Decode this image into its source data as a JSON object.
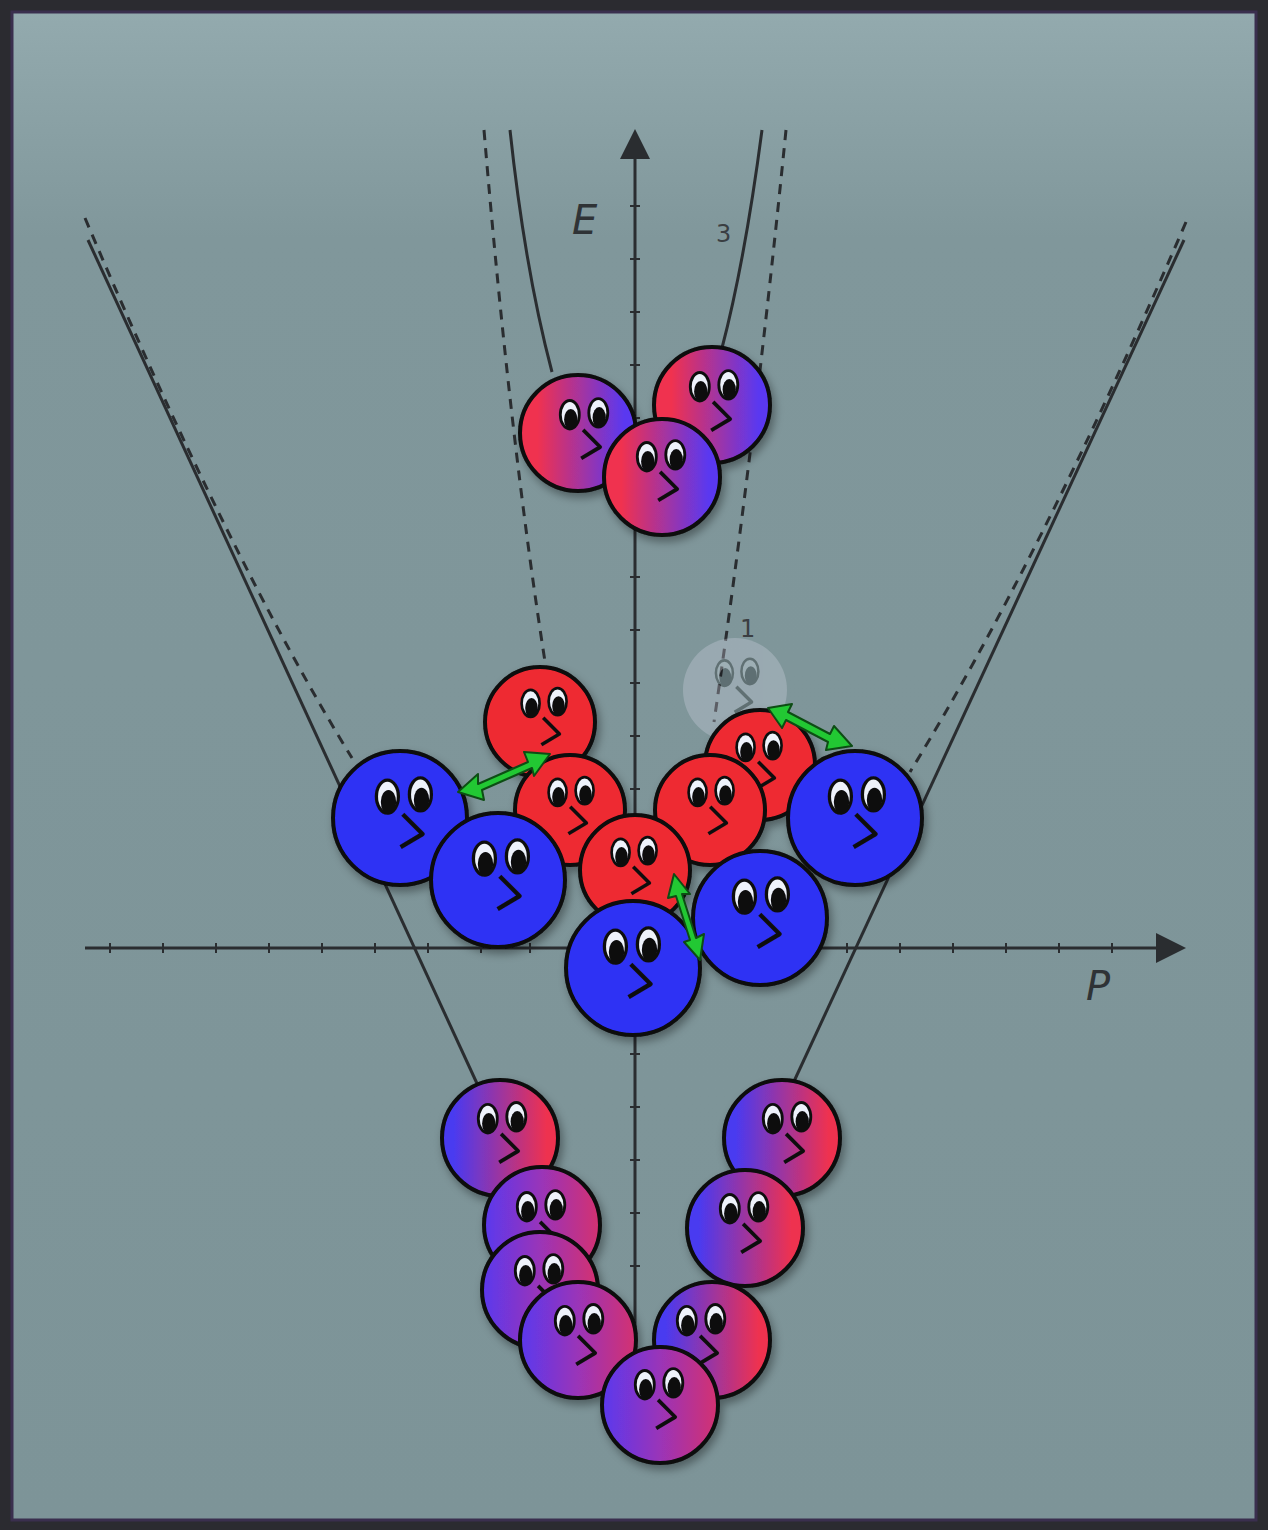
{
  "diagram": {
    "labels": [
      "E",
      "3",
      "1",
      "P"
    ]
  }
}
